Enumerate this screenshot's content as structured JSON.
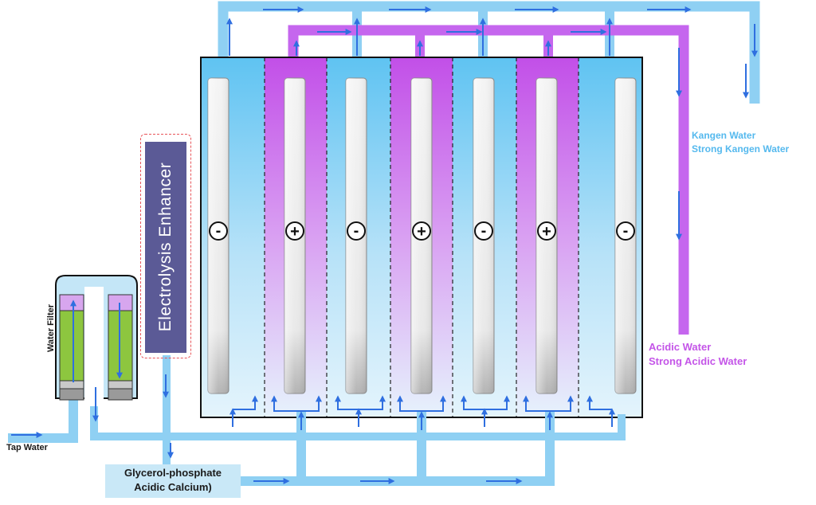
{
  "labels": {
    "kangen_water": "Kangen Water",
    "strong_kangen_water": "Strong Kangen Water",
    "acidic_water": "Acidic Water",
    "strong_acidic_water": "Strong Acidic Water",
    "tap_water": "Tap Water",
    "water_filter": "Water Filter",
    "electrolysis_enhancer": "Electrolysis Enhancer",
    "glycerol_line1": "Glycerol-phosphate",
    "glycerol_line2": "Acidic Calcium)"
  },
  "electrodes": [
    {
      "polarity": "negative",
      "symbol": "-"
    },
    {
      "polarity": "positive",
      "symbol": "+"
    },
    {
      "polarity": "negative",
      "symbol": "-"
    },
    {
      "polarity": "positive",
      "symbol": "+"
    },
    {
      "polarity": "negative",
      "symbol": "-"
    },
    {
      "polarity": "positive",
      "symbol": "+"
    },
    {
      "polarity": "negative",
      "symbol": "-"
    }
  ],
  "colors": {
    "alkaline_flow": "#8fd0f3",
    "acidic_flow": "#c566ee",
    "arrow": "#2f6fe0",
    "filter_media": "#8dc63f",
    "enhancer": "#5b5a96"
  }
}
